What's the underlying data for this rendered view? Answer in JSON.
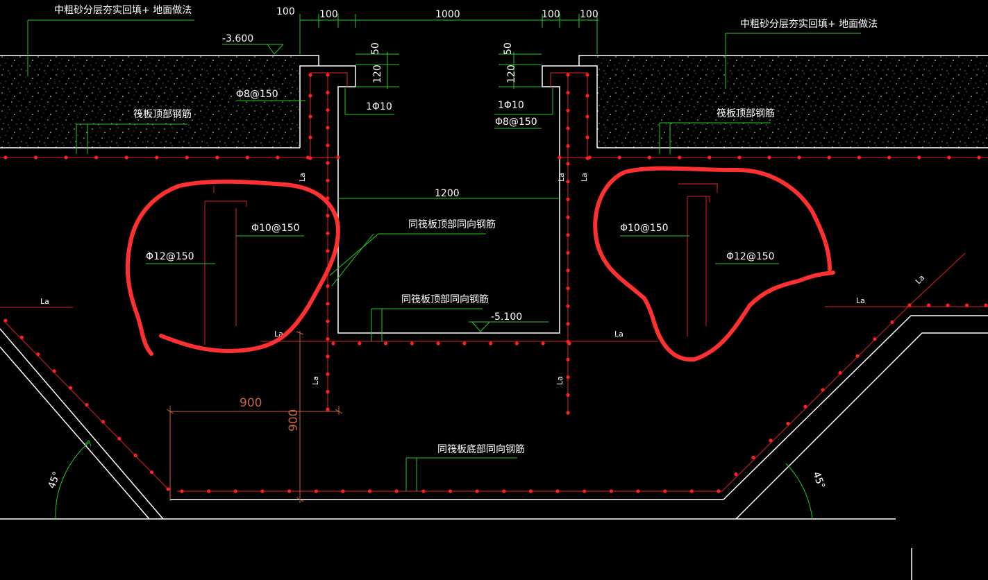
{
  "colors": {
    "background": "#000000",
    "structure": "#ffffff",
    "rebar": "#e02020",
    "leader": "#22cc22",
    "dimension_orange": "#c8643c",
    "highlight": "#ff3030"
  },
  "labels": {
    "fill_note_left": "中粗砂分层夯实回填+ 地面做法",
    "fill_note_right": "中粗砂分层夯实回填+ 地面做法",
    "raft_top_rebar_left": "筏板顶部钢筋",
    "raft_top_rebar_right": "筏板顶部钢筋",
    "same_as_top_1": "同筏板顶部同向钢筋",
    "same_as_top_2": "同筏板顶部同向钢筋",
    "same_as_bottom": "同筏板底部同向钢筋",
    "stirrup_left": "Φ8@150",
    "stirrup_right": "Φ8@150",
    "bar_left": "1Φ10",
    "bar_right": "1Φ10",
    "rebar_left_outer": "Φ12@150",
    "rebar_left_inner": "Φ10@150",
    "rebar_right_inner": "Φ10@150",
    "rebar_right_outer": "Φ12@150"
  },
  "dimensions": {
    "top_100_a": "100",
    "top_100_b": "100",
    "top_1000": "1000",
    "top_100_c": "100",
    "top_100_d": "100",
    "dim_50_left": "50",
    "dim_120_left": "120",
    "dim_50_right": "50",
    "dim_120_right": "120",
    "width_1200": "1200",
    "width_900": "900",
    "height_900": "900",
    "angle_left": "45°",
    "angle_right": "45°"
  },
  "elevations": {
    "ground": "-3.600",
    "pit_bottom": "-5.100"
  },
  "anchor_label": "La"
}
